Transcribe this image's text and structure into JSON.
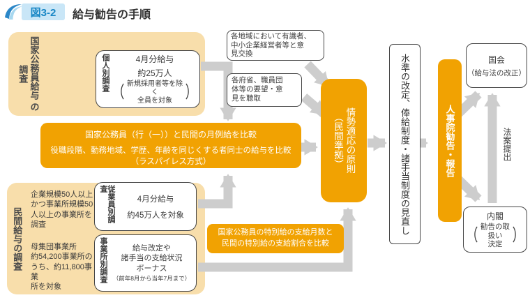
{
  "header": {
    "figure_label": "図3-2",
    "title": "給与勧告の手順"
  },
  "colors": {
    "accent_orange": "#f1a202",
    "panel_cream": "#f8deab",
    "arrow_gray": "#cdcdcd",
    "badge_blue_bg": "#c9e6f7",
    "badge_blue_text": "#1987c5"
  },
  "national_survey": {
    "panel_label": "国家公務員給与\nの調査",
    "individual_box": {
      "side_label": "個人別調査",
      "line1": "4月分給与",
      "line2": "約25万人",
      "paren_open": "（",
      "note": "新規採用者等を除く\n全員を対象",
      "paren_close": "）"
    }
  },
  "hearing": {
    "regional_box": "各地域において有識者、\n中小企業経営者等と意\n見交換",
    "ministries_box": "各府省、職員団\n体等の要望・意\n見を聴取"
  },
  "monthly_comparison": {
    "line1": "国家公務員（行（一））と民間の月例給を比較",
    "line2": "役職段階、勤務地域、学歴、年齢を同じくする者同士の給与を比較",
    "line3": "（ラスパイレス方式）"
  },
  "private_survey": {
    "panel_label": "民間給与の調査",
    "scope_text": "企業規模50人以上\nかつ事業所規模50\n人以上の事業所を\n調査",
    "population_text": "母集団事業所\n約54,200事業所の\nうち、約11,800事業\n所を対象",
    "employee_box": {
      "side_label": "従業員別調査",
      "line1": "4月分給与",
      "line2": "約45万人を対象"
    },
    "establishment_box": {
      "side_label": "事業所別調査",
      "lines": "給与改定や\n諸手当の支給状況\nボーナス",
      "note": "（前年8月から当年7月まで）"
    }
  },
  "special_comparison": {
    "text": "国家公務員の特別給の支給月数と\n民間の特別給の支給割合を比較"
  },
  "principle_box": {
    "text": "情勢適応の原則\n（民間準拠）"
  },
  "revision_box": {
    "text": "水準の改定、俸給制度・諸手当制度の見直し"
  },
  "npa_box": {
    "text": "人事院勧告・報告"
  },
  "diet_box": {
    "line1": "国会",
    "line2": "（給与法の改正）"
  },
  "cabinet_box": {
    "line1": "内閣",
    "paren_open": "（",
    "note": "勧告の取扱い\n決定",
    "paren_close": "）"
  },
  "bill_label": {
    "text": "法案提出"
  }
}
